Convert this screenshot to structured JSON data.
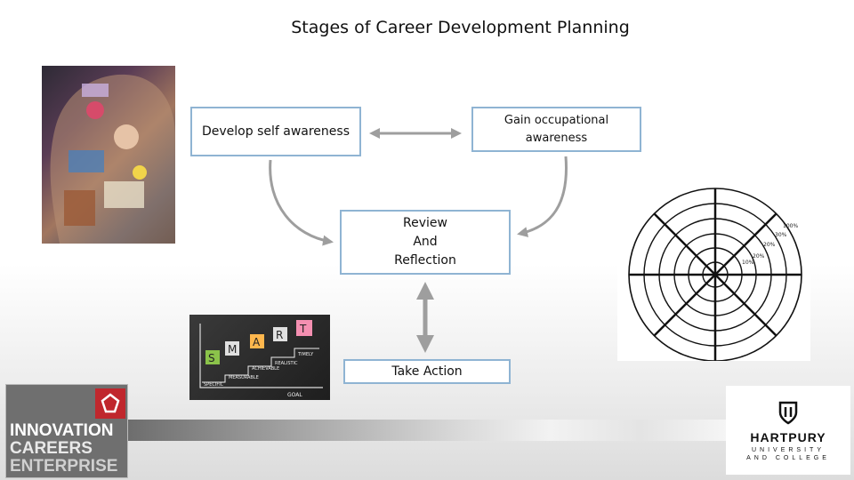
{
  "title": "Stages of Career Development Planning",
  "nodes": {
    "self_awareness": "Develop self awareness",
    "occupational_awareness": "Gain occupational awareness",
    "review": "Review\nAnd\nReflection",
    "action": "Take Action"
  },
  "smart_image": {
    "letters": [
      "S",
      "M",
      "A",
      "R",
      "T"
    ],
    "steps": [
      "TIMELY",
      "REALISTIC",
      "ACHIEVABLE",
      "MEASURABLE",
      "SPECIFIC"
    ],
    "goal": "GOAL"
  },
  "wheel_image": {
    "ring_labels": [
      "100%",
      "30%",
      "20%",
      "20%",
      "10%"
    ]
  },
  "logos": {
    "left": [
      "INNOVATION",
      "CAREERS",
      "ENTERPRISE"
    ],
    "right_name": "HARTPURY",
    "right_line1": "UNIVERSITY",
    "right_line2": "AND COLLEGE"
  },
  "colors": {
    "box_border": "#8fb4d3",
    "arrow": "#9e9e9e",
    "ice_red": "#c0272d"
  }
}
